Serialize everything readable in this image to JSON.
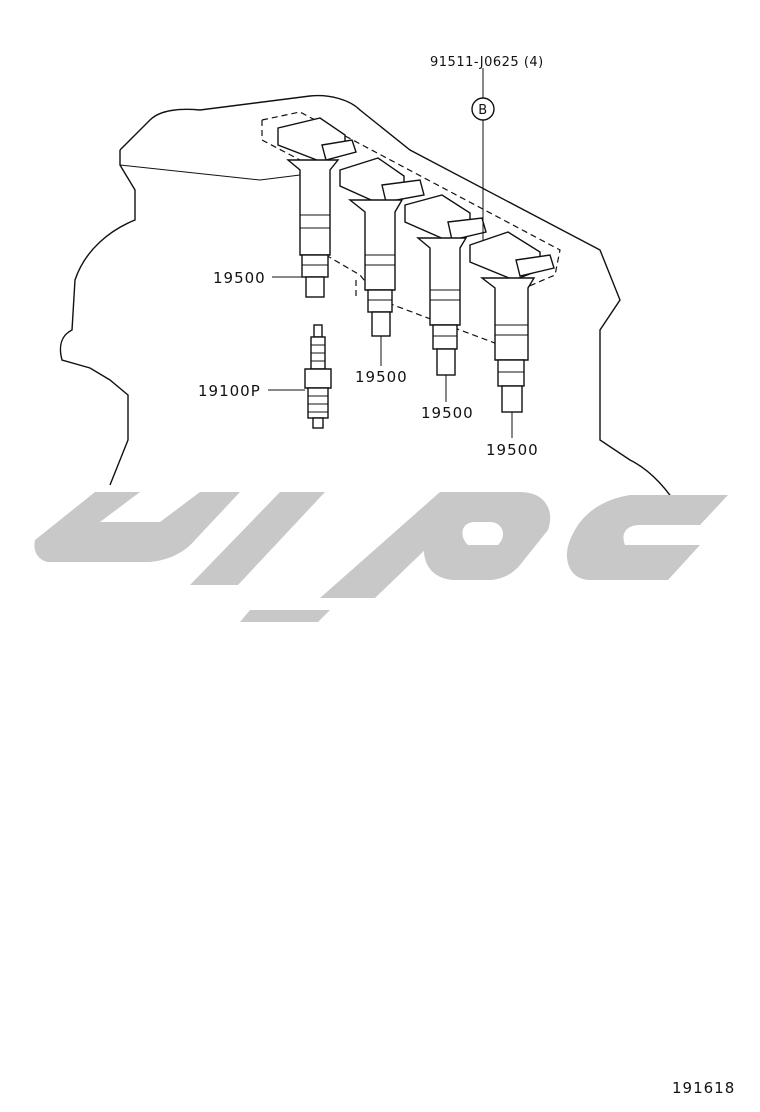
{
  "diagram": {
    "callouts": {
      "bolt": "91511-J0625 (4)",
      "ref_marker": "B",
      "coil_1": "19500",
      "coil_2": "19500",
      "coil_3": "19500",
      "coil_4": "19500",
      "spark_plug": "19100P"
    },
    "figure_number": "191618",
    "watermark_color": "#c8c8c8",
    "line_color": "#111111"
  }
}
